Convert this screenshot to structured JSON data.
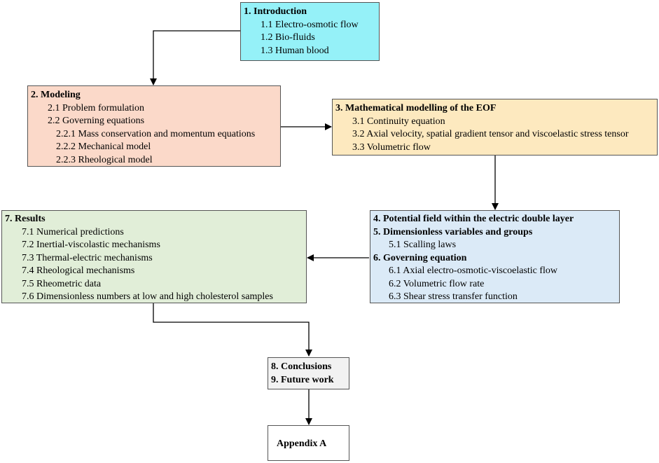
{
  "colors": {
    "intro_fill": "#95f1f8",
    "modeling_fill": "#fbd9c9",
    "math_fill": "#fde9bf",
    "potential_fill": "#dbeaf7",
    "results_fill": "#e1eed8",
    "conclusions_fill": "#f2f2f2",
    "appendix_fill": "#ffffff",
    "border": "#555555",
    "arrow": "#000000"
  },
  "intro": {
    "title": "1. Introduction",
    "items": [
      "1.1 Electro-osmotic flow",
      "1.2 Bio-fluids",
      "1.3 Human blood"
    ]
  },
  "modeling": {
    "title": "2. Modeling",
    "items": [
      "2.1 Problem formulation",
      "2.2 Governing equations"
    ],
    "subitems": [
      "2.2.1 Mass conservation and momentum equations",
      "2.2.2 Mechanical model",
      "2.2.3 Rheological model"
    ]
  },
  "math": {
    "title": "3. Mathematical modelling of the EOF",
    "items": [
      "3.1 Continuity equation",
      "3.2 Axial velocity, spatial gradient tensor and viscoelastic stress tensor",
      "3.3 Volumetric flow"
    ]
  },
  "potential": {
    "title4": "4. Potential field within the electric double layer",
    "title5": "5. Dimensionless variables and groups",
    "item5": "5.1 Scalling laws",
    "title6": "6. Governing equation",
    "items6": [
      "6.1 Axial electro-osmotic-viscoelastic flow",
      "6.2 Volumetric flow rate",
      "6.3 Shear stress transfer function"
    ]
  },
  "results": {
    "title": "7. Results",
    "items": [
      "7.1 Numerical predictions",
      "7.2 Inertial-viscolastic mechanisms",
      "7.3 Thermal-electric mechanisms",
      "7.4 Rheological mechanisms",
      "7.5 Rheometric data",
      "7.6 Dimensionless numbers at low and high cholesterol samples"
    ]
  },
  "conclusions": {
    "title8": "8. Conclusions",
    "title9": "9. Future work"
  },
  "appendix": {
    "title": "Appendix A"
  }
}
